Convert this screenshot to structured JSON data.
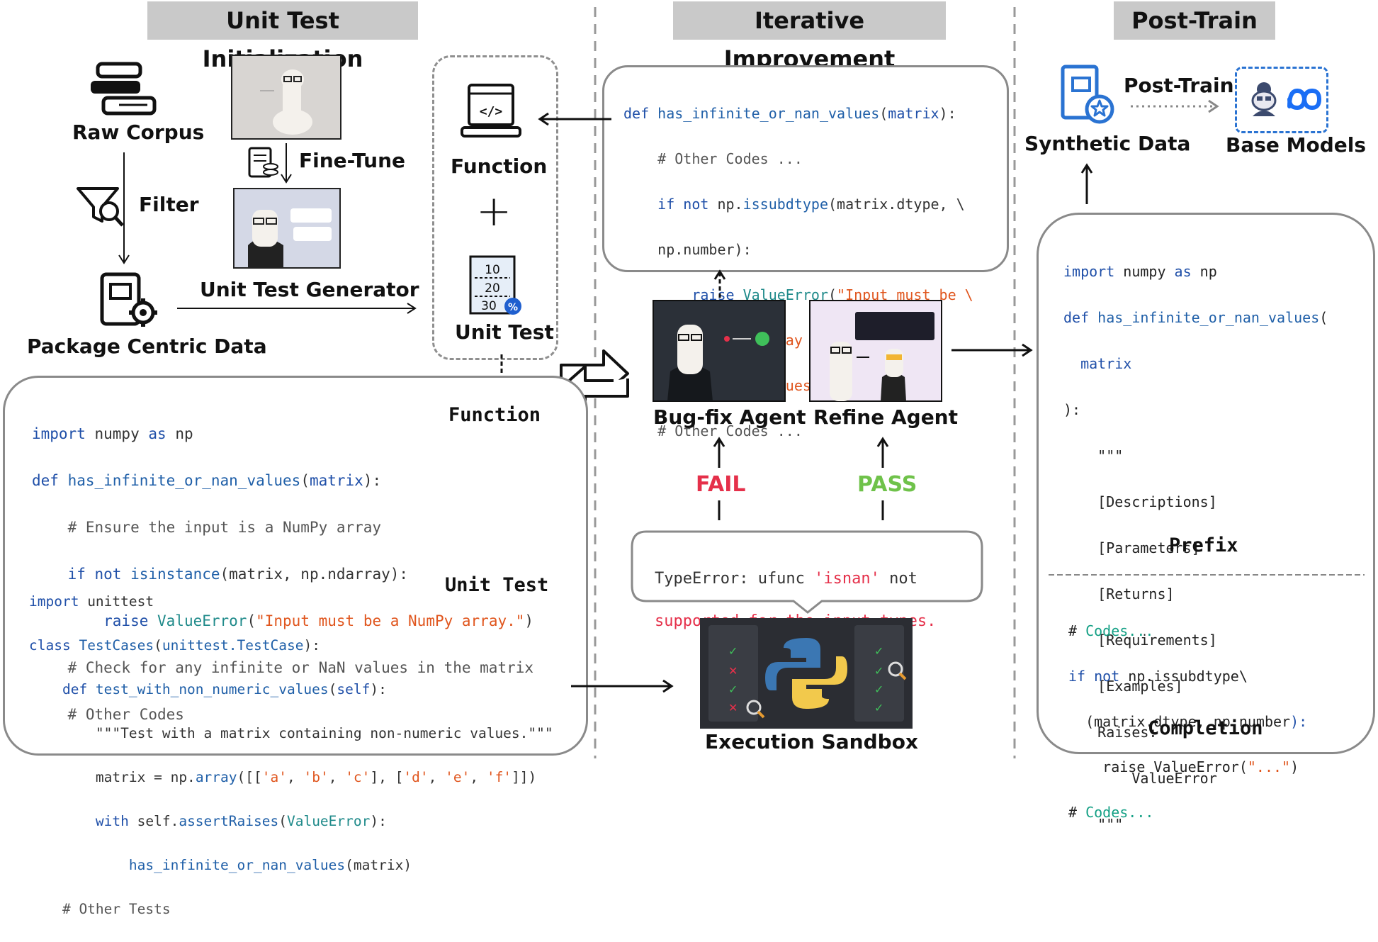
{
  "sections": {
    "init": "Unit Test Initialization",
    "iter": "Iterative Improvement",
    "post": "Post-Train"
  },
  "left": {
    "raw_corpus": "Raw Corpus",
    "filter": "Filter",
    "package_data": "Package Centric Data",
    "fine_tune": "Fine-Tune",
    "generator": "Unit Test Generator",
    "function": "Function",
    "plus": "+",
    "unit_test": "Unit Test",
    "function_out": "Function",
    "unit_test_label": "Unit Test",
    "calendar": [
      "10",
      "20",
      "30"
    ]
  },
  "func_code": {
    "l1a": "import",
    "l1b": " numpy ",
    "l1c": "as",
    "l1d": " np",
    "l2a": "def ",
    "l2b": "has_infinite_or_nan_values",
    "l2c": "(",
    "l2d": "matrix",
    "l2e": "):",
    "l3": "    # Ensure the input is a NumPy array",
    "l4a": "    if not ",
    "l4b": "isinstance",
    "l4c": "(matrix, np.ndarray):",
    "l5a": "        raise ",
    "l5b": "ValueError",
    "l5c": "(",
    "l5d": "\"Input must be a NumPy array.\"",
    "l5e": ")",
    "l6": "    # Check for any infinite or NaN values in the matrix",
    "l7": "    # Other Codes"
  },
  "test_code": {
    "l1a": "import",
    "l1b": " unittest",
    "l2a": "class ",
    "l2b": "TestCases",
    "l2c": "(",
    "l2d": "unittest.TestCase",
    "l2e": "):",
    "l3a": "    def ",
    "l3b": "test_with_non_numeric_values",
    "l3c": "(",
    "l3d": "self",
    "l3e": "):",
    "l4": "        \"\"\"Test with a matrix containing non-numeric values.\"\"\"",
    "l5a": "        matrix = np.",
    "l5b": "array",
    "l5c": "([[",
    "l5d": "'a'",
    "l5e": ", ",
    "l5f": "'b'",
    "l5g": ", ",
    "l5h": "'c'",
    "l5i": "], [",
    "l5j": "'d'",
    "l5k": ", ",
    "l5l": "'e'",
    "l5m": ", ",
    "l5n": "'f'",
    "l5o": "]])",
    "l6a": "        with ",
    "l6b": "self.",
    "l6c": "assertRaises",
    "l6d": "(",
    "l6e": "ValueError",
    "l6f": "):",
    "l7a": "            ",
    "l7b": "has_infinite_or_nan_values",
    "l7c": "(matrix)",
    "l8": "    # Other Tests"
  },
  "iter_code": {
    "l1a": "def ",
    "l1b": "has_infinite_or_nan_values",
    "l1c": "(",
    "l1d": "matrix",
    "l1e": "):",
    "l2": "    # Other Codes ...",
    "l3a": "    if not ",
    "l3b": "np.",
    "l3c": "issubdtype",
    "l3d": "(matrix.dtype, \\",
    "l4": "    np.number):",
    "l5a": "        raise ",
    "l5b": "ValueError",
    "l5c": "(",
    "l5d": "\"Input must be \\",
    "l6": "        a NumPy array with \\",
    "l7a": "        numeric values.\"",
    "l7b": ")",
    "l8": "    # Other Codes ..."
  },
  "agents": {
    "bugfix": "Bug-fix Agent",
    "refine": "Refine Agent",
    "fail": "FAIL",
    "pass": "PASS"
  },
  "error": {
    "l1a": "TypeError: ufunc ",
    "l1b": "'isnan'",
    "l1c": " not",
    "l2": "supported for the input types."
  },
  "sandbox": "Execution Sandbox",
  "post": {
    "synthetic": "Synthetic Data",
    "post_train": "Post-Train",
    "base_models": "Base Models"
  },
  "prefix_code": {
    "l1a": "import",
    "l1b": " numpy ",
    "l1c": "as",
    "l1d": " np",
    "l2a": "def ",
    "l2b": "has_infinite_or_nan_values",
    "l2c": "(",
    "l3": "  matrix",
    "l4": "):",
    "l5": "    \"\"\"",
    "l6": "    [Descriptions]",
    "l7": "    [Parameters]",
    "l8": "    [Returns]",
    "l9": "    [Requirements]",
    "l10": "    [Examples]",
    "l11": "    Raises:",
    "l12": "        ValueError",
    "l13": "    \"\"\"",
    "label": "Prefix"
  },
  "completion_code": {
    "l1a": "# ",
    "l1b": "Codes...",
    "l2a": "if not ",
    "l2b": "np.issubdtype\\",
    "l3a": "  (matrix.dtype, np.number",
    "l3b": "):",
    "l4a": "    raise ValueError(",
    "l4b": "\"...\"",
    "l4c": ")",
    "l5a": "# ",
    "l5b": "Codes...",
    "label": "Completion"
  }
}
